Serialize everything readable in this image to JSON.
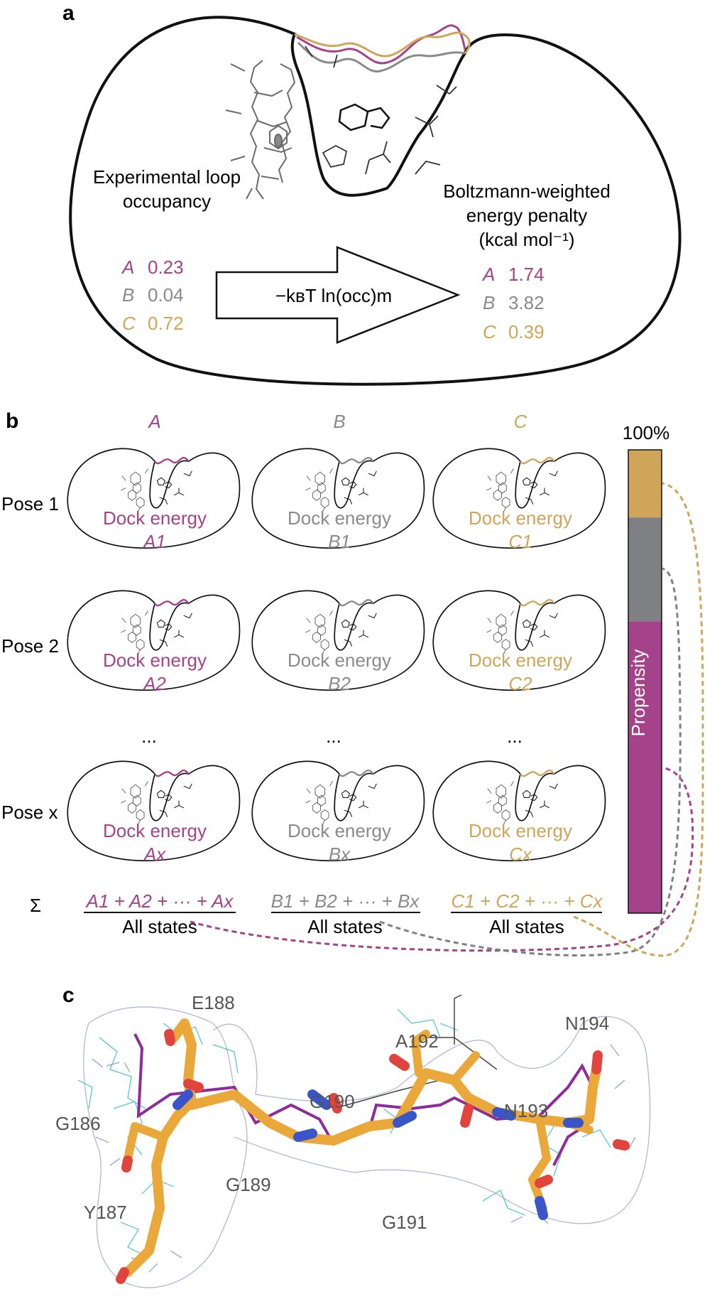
{
  "panel_a": {
    "label": "a",
    "left_title": [
      "Experimental loop",
      "occupancy"
    ],
    "right_title": [
      "Boltzmann-weighted",
      "energy penalty",
      "(kcal mol⁻¹)"
    ],
    "formula": "−kʙT ln(occ)m",
    "occupancy": [
      {
        "state": "A",
        "value": "0.23"
      },
      {
        "state": "B",
        "value": "0.04"
      },
      {
        "state": "C",
        "value": "0.72"
      }
    ],
    "penalty": [
      {
        "state": "A",
        "value": "1.74"
      },
      {
        "state": "B",
        "value": "3.82"
      },
      {
        "state": "C",
        "value": "0.39"
      }
    ]
  },
  "panel_b": {
    "label": "b",
    "columns": [
      "A",
      "B",
      "C"
    ],
    "rows": [
      "Pose 1",
      "Pose 2",
      "Pose x"
    ],
    "ellipsis": "...",
    "dock_label": "Dock energy",
    "cells": [
      [
        "A1",
        "B1",
        "C1"
      ],
      [
        "A2",
        "B2",
        "C2"
      ],
      [
        "Ax",
        "Bx",
        "Cx"
      ]
    ],
    "sigma": "Σ",
    "sums": [
      "A1 + A2 + ··· + Ax",
      "B1 + B2 + ··· + Bx",
      "C1 + C2 + ··· + Cx"
    ],
    "denominator": "All states",
    "bar_top_label": "100%",
    "bar_label": "Propensity",
    "bar_fractions": {
      "C": 0.146,
      "B": 0.224,
      "A": 0.63
    }
  },
  "panel_c": {
    "label": "c",
    "residues": [
      "E188",
      "G186",
      "Y187",
      "G189",
      "G190",
      "A192",
      "G191",
      "N193",
      "N194"
    ]
  },
  "colors": {
    "A": "#a5438a",
    "B": "#8a8a8a",
    "C": "#cfa55a",
    "bar_B": "#7f8083",
    "stick": "#eba83a",
    "mesh_blue": "#8a8fc8",
    "mesh_cyan": "#35c0c5"
  }
}
